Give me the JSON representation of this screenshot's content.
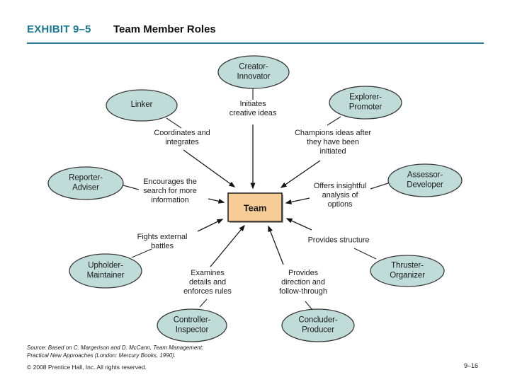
{
  "header": {
    "exhibit": "EXHIBIT 9–5",
    "title": "Team Member Roles"
  },
  "diagram": {
    "team_label": "Team",
    "roles": [
      {
        "name": "Creator-\nInnovator",
        "description": "Initiates\ncreative ideas"
      },
      {
        "name": "Linker",
        "description": "Coordinates and\nintegrates"
      },
      {
        "name": "Explorer-\nPromoter",
        "description": "Champions ideas after\nthey have been\ninitiated"
      },
      {
        "name": "Reporter-\nAdviser",
        "description": "Encourages the\nsearch for more\ninformation"
      },
      {
        "name": "Assessor-\nDeveloper",
        "description": "Offers insightful\nanalysis of\noptions"
      },
      {
        "name": "Upholder-\nMaintainer",
        "description": "Fights external\nbattles"
      },
      {
        "name": "Controller-\nInspector",
        "description": "Examines\ndetails and\nenforces rules"
      },
      {
        "name": "Concluder-\nProducer",
        "description": "Provides\ndirection and\nfollow-through"
      },
      {
        "name": "Thruster-\nOrganizer",
        "description": "Provides structure"
      }
    ]
  },
  "footer": {
    "source": "Source: Based on C. Margerison and D. McCann, Team Management:\nPractical New Approaches (London: Mercury Books, 1990).",
    "copyright": "© 2008 Prentice Hall, Inc. All rights reserved.",
    "page": "9–16"
  },
  "colors": {
    "accent_teal": "#1a7a94",
    "rule_teal": "#2e7d9c",
    "ellipse_fill": "#bfdcd9",
    "team_box_fill": "#f6cd96",
    "line_color": "#2b2b2b"
  }
}
